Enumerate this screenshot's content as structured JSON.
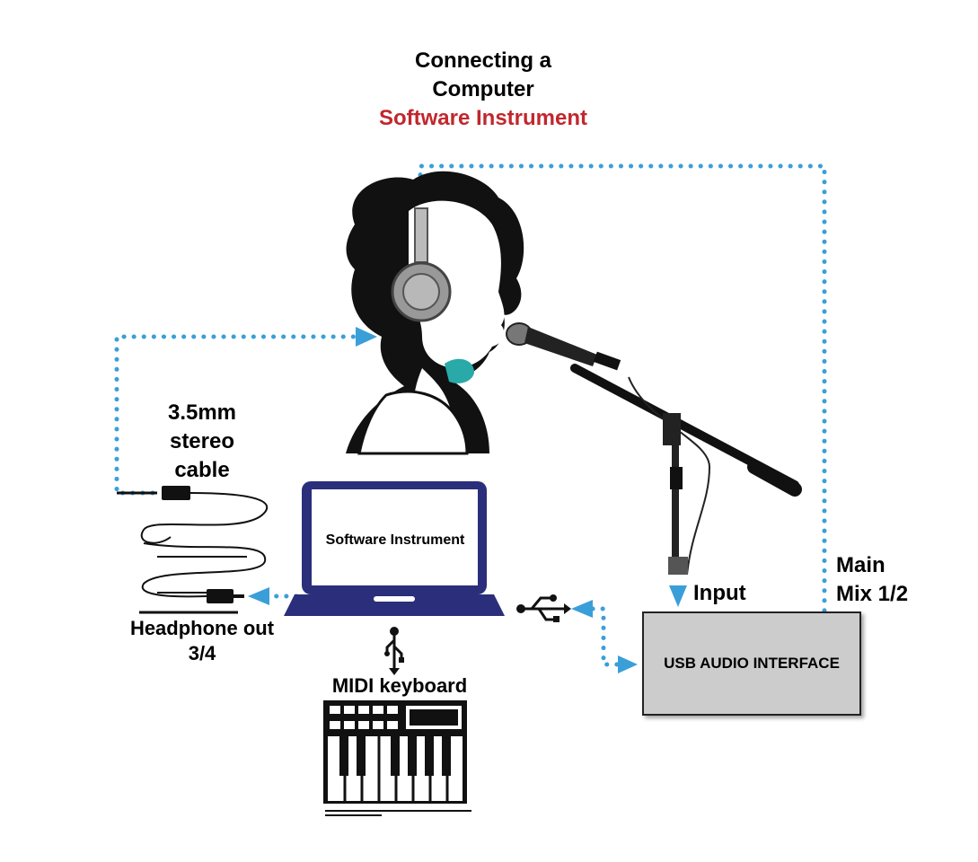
{
  "title": {
    "line1": "Connecting a",
    "line2": "Computer",
    "line3": "Software Instrument",
    "accent_color": "#c1272d"
  },
  "labels": {
    "cable": [
      "3.5mm",
      "stereo",
      "cable"
    ],
    "headphone_out": [
      "Headphone out",
      "3/4"
    ],
    "midi_keyboard": "MIDI keyboard",
    "input": "Input",
    "main_mix": [
      "Main",
      "Mix 1/2"
    ],
    "laptop_screen": "Software Instrument",
    "audio_interface": "USB AUDIO INTERFACE"
  },
  "colors": {
    "connection": "#3a9fd8",
    "laptop": "#2b2e7a",
    "interface_fill": "#cccccc"
  },
  "icons": [
    "person-with-headphones-icon",
    "microphone-stand-icon",
    "laptop-icon",
    "usb-icon",
    "stereo-cable-icon",
    "midi-keyboard-icon"
  ]
}
